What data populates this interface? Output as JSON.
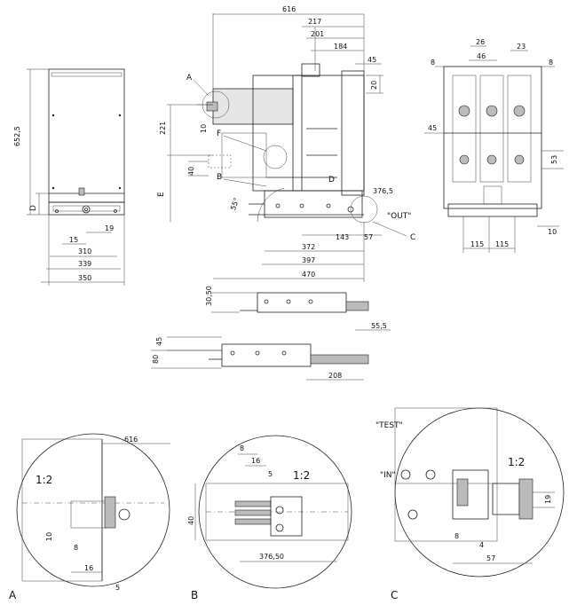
{
  "front": {
    "height_dim": "652,5",
    "label_D": "D",
    "dim_15": "15",
    "dim_19": "19",
    "dim_310": "310",
    "dim_339": "339",
    "dim_350": "350"
  },
  "side": {
    "dim_616": "616",
    "dim_217": "217",
    "dim_201": "201",
    "dim_184": "184",
    "dim_45": "45",
    "dim_20": "20",
    "dim_221": "221",
    "dim_10": "10",
    "dim_40": "40",
    "label_A": "A",
    "label_F": "F",
    "label_B": "B",
    "label_E": "E",
    "label_D": "D",
    "label_C": "C",
    "angle": "55°",
    "dim_3765": "376,5",
    "out_label": "\"OUT\"",
    "dim_143": "143",
    "dim_57": "57",
    "dim_372": "372",
    "dim_397": "397",
    "dim_470": "470"
  },
  "rear": {
    "dim_26": "26",
    "dim_23": "23",
    "dim_46": "46",
    "dim_8a": "8",
    "dim_8b": "8",
    "dim_45": "45",
    "dim_53": "53",
    "dim_10": "10",
    "dim_115a": "115",
    "dim_115b": "115"
  },
  "carriage1": {
    "dim_3050": "30,50",
    "dim_555": "55,5"
  },
  "carriage2": {
    "dim_45": "45",
    "dim_80": "80",
    "dim_208": "208"
  },
  "detailA": {
    "scale": "1:2",
    "dim_616": "616",
    "dim_10": "10",
    "dim_8": "8",
    "dim_16": "16",
    "dim_5": "5",
    "caption": "A"
  },
  "detailB": {
    "scale": "1:2",
    "dim_8": "8",
    "dim_16": "16",
    "dim_5": "5",
    "dim_40": "40",
    "dim_37650": "376,50",
    "caption": "B"
  },
  "detailC": {
    "scale": "1:2",
    "test_label": "\"TEST\"",
    "in_label": "\"IN\"",
    "dim_19": "19",
    "dim_8": "8",
    "dim_4": "4",
    "dim_57": "57",
    "caption": "C"
  }
}
